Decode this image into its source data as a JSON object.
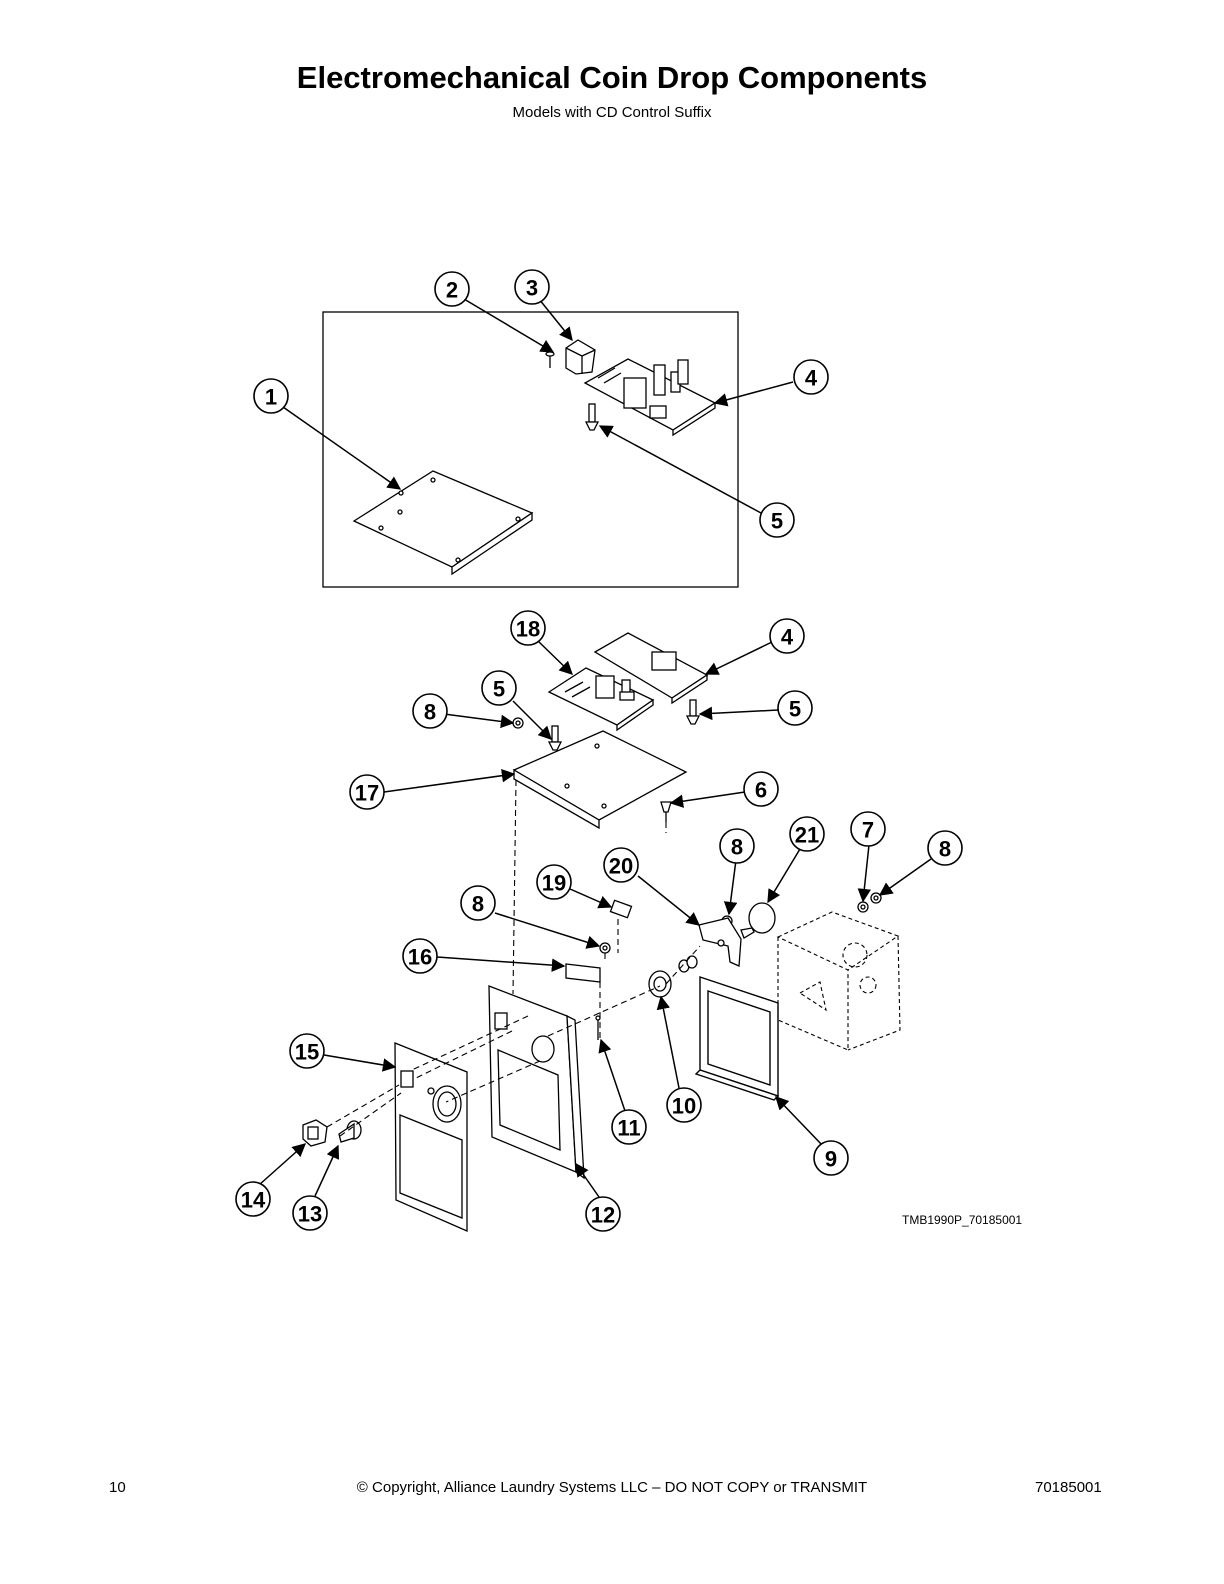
{
  "header": {
    "title": "Electromechanical Coin Drop Components",
    "subtitle": "Models with CD Control Suffix"
  },
  "diagram": {
    "callouts": {
      "c1": "1",
      "c2": "2",
      "c3": "3",
      "c4a": "4",
      "c5a": "5",
      "c18": "18",
      "c4b": "4",
      "c5b": "5",
      "c8a": "8",
      "c5c": "5",
      "c17": "17",
      "c6": "6",
      "c8b": "8",
      "c21": "21",
      "c7": "7",
      "c8c": "8",
      "c19": "19",
      "c20": "20",
      "c8d": "8",
      "c16": "16",
      "c15": "15",
      "c10": "10",
      "c11": "11",
      "c9": "9",
      "c14": "14",
      "c13": "13",
      "c12": "12"
    },
    "image_code": "TMB1990P_70185001"
  },
  "footer": {
    "page_number": "10",
    "copyright": "© Copyright, Alliance Laundry Systems LLC – DO NOT COPY or TRANSMIT",
    "doc_number": "70185001"
  }
}
